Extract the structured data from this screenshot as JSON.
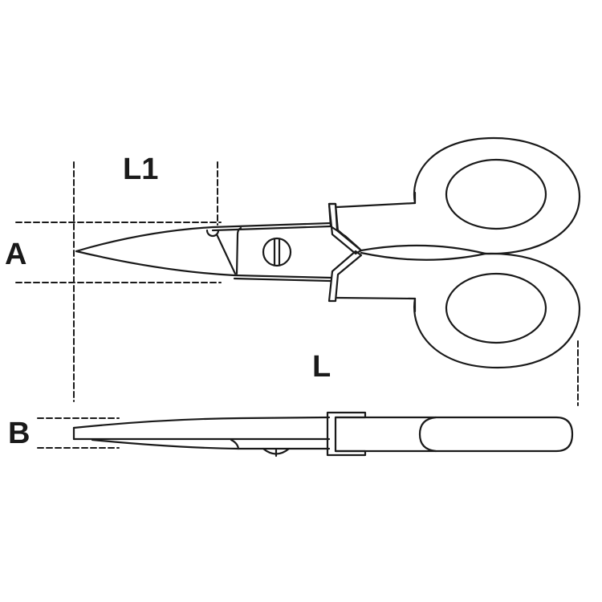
{
  "diagram": {
    "subject": "scissors technical drawing",
    "views": [
      "top view",
      "side view"
    ],
    "colors": {
      "line": "#1a1a1a",
      "background": "#ffffff"
    },
    "dimension_labels": {
      "L1": "L1",
      "A": "A",
      "L": "L",
      "B": "B"
    }
  }
}
